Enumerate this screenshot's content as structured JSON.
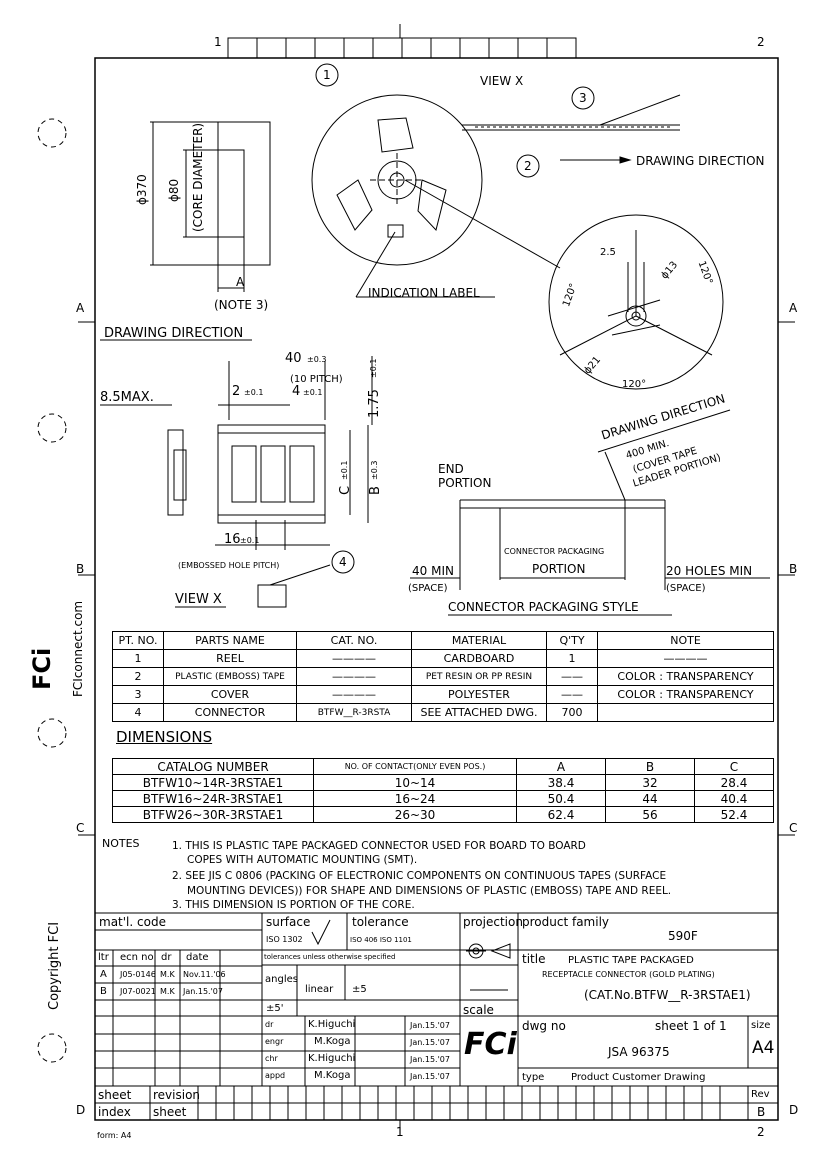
{
  "frame": {
    "top_zone_1": "1",
    "top_zone_2": "2",
    "bottom_zone_1": "1",
    "bottom_zone_2": "2",
    "side_A": "A",
    "side_B": "B",
    "side_C": "C",
    "side_D": "D",
    "form": "form: A4",
    "side_brand": "FCIconnect.com",
    "side_copyright": "Copyright FCI",
    "side_logo": "FCi"
  },
  "reel": {
    "view_x": "VIEW X",
    "drawing_direction_1": "DRAWING DIRECTION",
    "dia370": "ϕ370",
    "dia80": "ϕ80",
    "core_diameter": "(CORE DIAMETER)",
    "dim_a": "A",
    "note3": "(NOTE 3)",
    "indication_label": "INDICATION LABEL",
    "balloon_1": "1",
    "balloon_2": "2",
    "balloon_3": "3",
    "balloon_4": "4",
    "dim_25": "2.5",
    "dia13": "ϕ13",
    "dia21": "ϕ21",
    "angle_left": "120°",
    "angle_right": "120°",
    "angle_bottom": "120°"
  },
  "tape": {
    "drawing_direction_2": "DRAWING DIRECTION",
    "max85": "8.5MAX.",
    "pitch40": "40",
    "pitch40_tol": "±0.3",
    "pitch_10": "(10 PITCH)",
    "dim2": "2",
    "dim2_tol": "±0.1",
    "dim4": "4",
    "dim4_tol": "±0.1",
    "dim175": "1.75",
    "dim175_tol": "±0.1",
    "dim_c": "C",
    "dim_c_tol": "±0.1",
    "dim_b": "B",
    "dim_b_tol": "±0.3",
    "dim16": "16",
    "dim16_tol": "±0.1",
    "embossed_hole_pitch": "(EMBOSSED HOLE PITCH)",
    "view_x2": "VIEW X"
  },
  "packaging": {
    "drawing_direction_3": "DRAWING DIRECTION",
    "min400": "400 MIN.",
    "cover_tape": "(COVER TAPE",
    "leader_portion": "LEADER PORTION)",
    "end": "END",
    "portion": "PORTION",
    "connector_packaging": "CONNECTOR PACKAGING",
    "portion2": "PORTION",
    "min40": "40 MIN",
    "space1": "(SPACE)",
    "holes20": "20 HOLES MIN",
    "space2": "(SPACE)",
    "style": "CONNECTOR PACKAGING STYLE"
  },
  "parts_table": {
    "headers": [
      "PT. NO.",
      "PARTS NAME",
      "CAT. NO.",
      "MATERIAL",
      "Q'TY",
      "NOTE"
    ],
    "rows": [
      [
        "1",
        "REEL",
        "————",
        "CARDBOARD",
        "1",
        "————"
      ],
      [
        "2",
        "PLASTIC (EMBOSS) TAPE",
        "————",
        "PET RESIN OR PP RESIN",
        "——",
        "COLOR : TRANSPARENCY"
      ],
      [
        "3",
        "COVER",
        "————",
        "POLYESTER",
        "——",
        "COLOR : TRANSPARENCY"
      ],
      [
        "4",
        "CONNECTOR",
        "BTFW__R-3RSTA",
        "SEE ATTACHED DWG.",
        "700",
        ""
      ]
    ]
  },
  "dimensions": {
    "title": "DIMENSIONS",
    "headers": [
      "CATALOG NUMBER",
      "NO. OF CONTACT(ONLY EVEN POS.)",
      "A",
      "B",
      "C"
    ],
    "rows": [
      [
        "BTFW10~14R-3RSTAE1",
        "10~14",
        "38.4",
        "32",
        "28.4"
      ],
      [
        "BTFW16~24R-3RSTAE1",
        "16~24",
        "50.4",
        "44",
        "40.4"
      ],
      [
        "BTFW26~30R-3RSTAE1",
        "26~30",
        "62.4",
        "56",
        "52.4"
      ]
    ]
  },
  "notes": {
    "label": "NOTES",
    "n1a": "1. THIS IS PLASTIC TAPE PACKAGED CONNECTOR USED FOR BOARD TO BOARD",
    "n1b": "COPES WITH AUTOMATIC MOUNTING (SMT).",
    "n2a": "2. SEE JIS C 0806 (PACKING OF ELECTRONIC COMPONENTS ON CONTINUOUS TAPES (SURFACE",
    "n2b": "MOUNTING DEVICES)) FOR SHAPE AND DIMENSIONS OF PLASTIC (EMBOSS) TAPE AND REEL.",
    "n3": "3. THIS DIMENSION IS PORTION OF THE CORE."
  },
  "title_block": {
    "matl_code": "mat'l. code",
    "surface": "surface",
    "surface_iso": "ISO 1302",
    "tolerance": "tolerance",
    "tol_iso": "ISO 406  ISO 1101",
    "projection": "projection",
    "product_family_label": "product family",
    "product_family": "590F",
    "tol_note": "tolerances unless otherwise specified",
    "angles": "angles",
    "angles_val": "±5'",
    "linear": "linear",
    "linear_val": "±5",
    "scale": "scale",
    "title_label": "title",
    "title_1": "PLASTIC TAPE PACKAGED",
    "title_2": "RECEPTACLE CONNECTOR (GOLD PLATING)",
    "title_3": "(CAT.No.BTFW__R-3RSTAE1)",
    "rev_headers": [
      "ltr",
      "ecn no",
      "dr",
      "date"
    ],
    "revs": [
      [
        "A",
        "J05-0146",
        "M.K",
        "Nov.11.'06"
      ],
      [
        "B",
        "J07-0021",
        "M.K",
        "Jan.15.'07"
      ]
    ],
    "sign": [
      [
        "dr",
        "K.Higuchi",
        "Jan.15.'07"
      ],
      [
        "engr",
        "M.Koga",
        "Jan.15.'07"
      ],
      [
        "chr",
        "K.Higuchi",
        "Jan.15.'07"
      ],
      [
        "appd",
        "M.Koga",
        "Jan.15.'07"
      ]
    ],
    "logo": "FCi",
    "dwg_no_label": "dwg no",
    "dwg_no": "JSA 96375",
    "sheet": "sheet 1 of 1",
    "size_label": "size",
    "size": "A4",
    "type_label": "type",
    "type": "Product Customer Drawing",
    "rev_label": "Rev",
    "rev": "B",
    "sheet_index": "sheet",
    "sheet_index2": "index",
    "revision": "revision",
    "revision_sheet": "sheet"
  }
}
